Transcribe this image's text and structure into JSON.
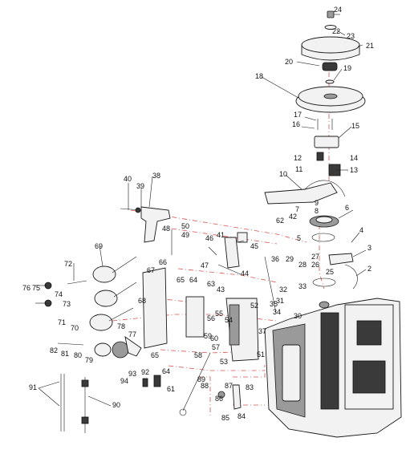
{
  "diagram": {
    "callouts": [
      {
        "id": "c1",
        "text": "24"
      },
      {
        "id": "c2",
        "text": "22"
      },
      {
        "id": "c3",
        "text": "23"
      },
      {
        "id": "c4",
        "text": "21"
      },
      {
        "id": "c5",
        "text": "20"
      },
      {
        "id": "c6",
        "text": "19"
      },
      {
        "id": "c7",
        "text": "18"
      },
      {
        "id": "c8",
        "text": "17"
      },
      {
        "id": "c9",
        "text": "16"
      },
      {
        "id": "c10",
        "text": "15"
      },
      {
        "id": "c11",
        "text": "12"
      },
      {
        "id": "c12",
        "text": "11"
      },
      {
        "id": "c13",
        "text": "14"
      },
      {
        "id": "c14",
        "text": "13"
      },
      {
        "id": "c15",
        "text": "10"
      },
      {
        "id": "c16",
        "text": "9"
      },
      {
        "id": "c17",
        "text": "7"
      },
      {
        "id": "c18",
        "text": "8"
      },
      {
        "id": "c19",
        "text": "6"
      },
      {
        "id": "c20",
        "text": "42"
      },
      {
        "id": "c21",
        "text": "62"
      },
      {
        "id": "c22",
        "text": "5"
      },
      {
        "id": "c23",
        "text": "4"
      },
      {
        "id": "c24",
        "text": "3"
      },
      {
        "id": "c25",
        "text": "2"
      },
      {
        "id": "c26",
        "text": "40"
      },
      {
        "id": "c27",
        "text": "39"
      },
      {
        "id": "c28",
        "text": "38"
      },
      {
        "id": "c29",
        "text": "50"
      },
      {
        "id": "c30",
        "text": "49"
      },
      {
        "id": "c31",
        "text": "48"
      },
      {
        "id": "c32",
        "text": "41"
      },
      {
        "id": "c33",
        "text": "46"
      },
      {
        "id": "c34",
        "text": "45"
      },
      {
        "id": "c35",
        "text": "47"
      },
      {
        "id": "c36",
        "text": "44"
      },
      {
        "id": "c37",
        "text": "69"
      },
      {
        "id": "c38",
        "text": "72"
      },
      {
        "id": "c39",
        "text": "67"
      },
      {
        "id": "c40",
        "text": "66"
      },
      {
        "id": "c41",
        "text": "65"
      },
      {
        "id": "c42",
        "text": "64"
      },
      {
        "id": "c43",
        "text": "63"
      },
      {
        "id": "c44",
        "text": "43"
      },
      {
        "id": "c45",
        "text": "36"
      },
      {
        "id": "c46",
        "text": "29"
      },
      {
        "id": "c47",
        "text": "28"
      },
      {
        "id": "c48",
        "text": "27"
      },
      {
        "id": "c49",
        "text": "26"
      },
      {
        "id": "c50",
        "text": "25"
      },
      {
        "id": "c51",
        "text": "33"
      },
      {
        "id": "c52",
        "text": "32"
      },
      {
        "id": "c53",
        "text": "76"
      },
      {
        "id": "c54",
        "text": "75"
      },
      {
        "id": "c55",
        "text": "74"
      },
      {
        "id": "c56",
        "text": "73"
      },
      {
        "id": "c57",
        "text": "68"
      },
      {
        "id": "c58",
        "text": "71"
      },
      {
        "id": "c59",
        "text": "70"
      },
      {
        "id": "c60",
        "text": "55"
      },
      {
        "id": "c61",
        "text": "56"
      },
      {
        "id": "c62",
        "text": "54"
      },
      {
        "id": "c63",
        "text": "52"
      },
      {
        "id": "c64",
        "text": "35"
      },
      {
        "id": "c65",
        "text": "31"
      },
      {
        "id": "c66",
        "text": "34"
      },
      {
        "id": "c67",
        "text": "30"
      },
      {
        "id": "c68",
        "text": "37"
      },
      {
        "id": "c69",
        "text": "59"
      },
      {
        "id": "c70",
        "text": "60"
      },
      {
        "id": "c71",
        "text": "57"
      },
      {
        "id": "c72",
        "text": "58"
      },
      {
        "id": "c73",
        "text": "53"
      },
      {
        "id": "c74",
        "text": "51"
      },
      {
        "id": "c75",
        "text": "78"
      },
      {
        "id": "c76",
        "text": "77"
      },
      {
        "id": "c77",
        "text": "82"
      },
      {
        "id": "c78",
        "text": "81"
      },
      {
        "id": "c79",
        "text": "80"
      },
      {
        "id": "c80",
        "text": "79"
      },
      {
        "id": "c81",
        "text": "65"
      },
      {
        "id": "c82",
        "text": "64"
      },
      {
        "id": "c83",
        "text": "94"
      },
      {
        "id": "c84",
        "text": "93"
      },
      {
        "id": "c85",
        "text": "92"
      },
      {
        "id": "c86",
        "text": "89"
      },
      {
        "id": "c87",
        "text": "61"
      },
      {
        "id": "c88",
        "text": "88"
      },
      {
        "id": "c89",
        "text": "87"
      },
      {
        "id": "c90",
        "text": "86"
      },
      {
        "id": "c91",
        "text": "83"
      },
      {
        "id": "c92",
        "text": "85"
      },
      {
        "id": "c93",
        "text": "84"
      },
      {
        "id": "c94",
        "text": "91"
      },
      {
        "id": "c95",
        "text": "90"
      }
    ]
  },
  "colors": {
    "line": "#1a1a1a",
    "dashed_alignment": "#d9534f",
    "background": "#ffffff"
  }
}
